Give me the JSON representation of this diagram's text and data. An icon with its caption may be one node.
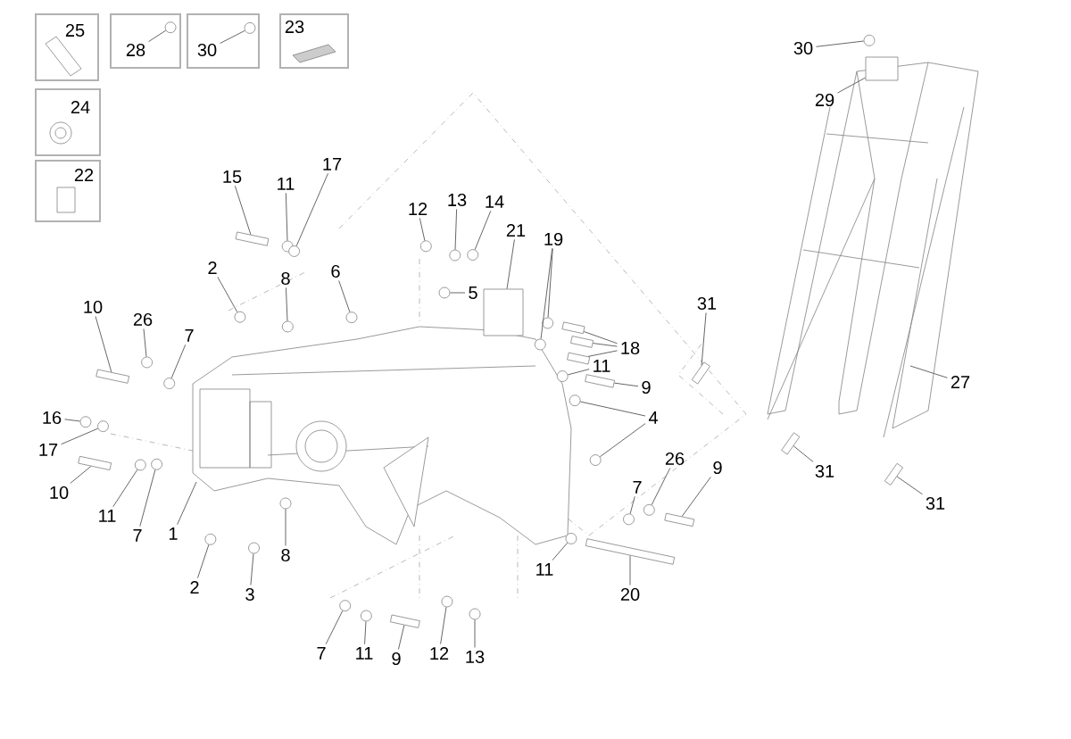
{
  "diagram": {
    "nodes": [
      {
        "text": [
          "25"
        ]
      },
      {
        "text": [
          "28"
        ]
      },
      {
        "text": [
          "30"
        ]
      },
      {
        "text": [
          "23"
        ]
      },
      {
        "text": [
          "24"
        ]
      },
      {
        "text": [
          "22"
        ]
      },
      {
        "text": [
          "15"
        ]
      },
      {
        "text": [
          "11"
        ]
      },
      {
        "text": [
          "17"
        ]
      },
      {
        "text": [
          "12"
        ]
      },
      {
        "text": [
          "13"
        ]
      },
      {
        "text": [
          "14"
        ]
      },
      {
        "text": [
          "21"
        ]
      },
      {
        "text": [
          "2"
        ]
      },
      {
        "text": [
          "8"
        ]
      },
      {
        "text": [
          "6"
        ]
      },
      {
        "text": [
          "5"
        ]
      },
      {
        "text": [
          "19"
        ]
      },
      {
        "text": [
          "10"
        ]
      },
      {
        "text": [
          "26"
        ]
      },
      {
        "text": [
          "7"
        ]
      },
      {
        "text": [
          "18"
        ]
      },
      {
        "text": [
          "11"
        ]
      },
      {
        "text": [
          "9"
        ]
      },
      {
        "text": [
          "4"
        ]
      },
      {
        "text": [
          "16"
        ]
      },
      {
        "text": [
          "17"
        ]
      },
      {
        "text": [
          "10"
        ]
      },
      {
        "text": [
          "11"
        ]
      },
      {
        "text": [
          "7"
        ]
      },
      {
        "text": [
          "1"
        ]
      },
      {
        "text": [
          "2"
        ]
      },
      {
        "text": [
          "3"
        ]
      },
      {
        "text": [
          "8"
        ]
      },
      {
        "text": [
          "7"
        ]
      },
      {
        "text": [
          "26"
        ]
      },
      {
        "text": [
          "9"
        ]
      },
      {
        "text": [
          "11"
        ]
      },
      {
        "text": [
          "20"
        ]
      },
      {
        "text": [
          "7"
        ]
      },
      {
        "text": [
          "11"
        ]
      },
      {
        "text": [
          "9"
        ]
      },
      {
        "text": [
          "12"
        ]
      },
      {
        "text": [
          "13"
        ]
      },
      {
        "text": [
          "30"
        ]
      },
      {
        "text": [
          "29"
        ]
      },
      {
        "text": [
          "31"
        ]
      },
      {
        "text": [
          "27"
        ]
      },
      {
        "text": [
          "31"
        ]
      },
      {
        "text": [
          "31"
        ]
      },
      {
        "text": [],
        "shape": "circle",
        "in": 1
      },
      {
        "text": [],
        "shape": "circle",
        "in": 2
      },
      {
        "text": [],
        "shape": "bar"
      },
      {
        "text": [],
        "shape": "circle"
      },
      {
        "text": [],
        "shape": "circle"
      },
      {
        "text": [],
        "shape": "circle"
      },
      {
        "text": [],
        "shape": "circle"
      },
      {
        "text": [],
        "shape": "circle"
      },
      {
        "text": [],
        "shape": "circle"
      },
      {
        "text": [],
        "shape": "circle"
      },
      {
        "text": [],
        "shape": "circle"
      },
      {
        "text": [],
        "shape": "circle"
      },
      {
        "text": [],
        "shape": "circle"
      },
      {
        "text": [],
        "shape": "circle"
      },
      {
        "text": [],
        "shape": "bar"
      },
      {
        "text": [],
        "shape": "circle"
      },
      {
        "text": [],
        "shape": "circle"
      },
      {
        "text": [],
        "shape": "bar"
      },
      {
        "text": [],
        "shape": "bar"
      },
      {
        "text": [],
        "shape": "bar"
      },
      {
        "text": [],
        "shape": "circle"
      },
      {
        "text": [],
        "shape": "bar"
      },
      {
        "text": [],
        "shape": "circle"
      },
      {
        "text": [],
        "shape": "circle"
      },
      {
        "text": [],
        "shape": "circle"
      },
      {
        "text": [],
        "shape": "circle"
      },
      {
        "text": [],
        "shape": "bar"
      },
      {
        "text": [],
        "shape": "circle"
      },
      {
        "text": [],
        "shape": "circle"
      },
      {
        "text": [],
        "shape": "circle"
      },
      {
        "text": [],
        "shape": "circle"
      },
      {
        "text": [],
        "shape": "circle"
      },
      {
        "text": [],
        "shape": "circle"
      },
      {
        "text": [],
        "shape": "circle"
      },
      {
        "text": [],
        "shape": "bar"
      },
      {
        "text": [],
        "shape": "circle"
      },
      {
        "text": [],
        "shape": "bar"
      },
      {
        "text": [],
        "shape": "circle"
      },
      {
        "text": [],
        "shape": "circle"
      },
      {
        "text": [],
        "shape": "bar"
      },
      {
        "text": [],
        "shape": "circle"
      },
      {
        "text": [],
        "shape": "circle"
      },
      {
        "text": [],
        "shape": "circle"
      },
      {
        "text": [],
        "shape": "bar"
      },
      {
        "text": [],
        "shape": "bar"
      },
      {
        "text": [],
        "shape": "bar"
      },
      {
        "text": [],
        "shape": "box"
      },
      {
        "text": [],
        "shape": "box"
      }
    ],
    "edges": [
      {
        "from": 1,
        "to": 50,
        "arrow": "none"
      },
      {
        "from": 2,
        "to": 51,
        "arrow": "none"
      },
      {
        "from": 6,
        "to": 52,
        "arrow": "none"
      },
      {
        "from": 7,
        "to": 53,
        "arrow": "none"
      },
      {
        "from": 8,
        "to": 54,
        "arrow": "none"
      },
      {
        "from": 9,
        "to": 55,
        "arrow": "none"
      },
      {
        "from": 10,
        "to": 56,
        "arrow": "none"
      },
      {
        "from": 11,
        "to": 57,
        "arrow": "none"
      },
      {
        "from": 12,
        "to": 96,
        "arrow": "none"
      },
      {
        "from": 13,
        "to": 58,
        "arrow": "none"
      },
      {
        "from": 14,
        "to": 59,
        "arrow": "none"
      },
      {
        "from": 15,
        "to": 60,
        "arrow": "none"
      },
      {
        "from": 16,
        "to": 61,
        "arrow": "none"
      },
      {
        "from": 17,
        "to": 62,
        "arrow": "none"
      },
      {
        "from": 17,
        "to": 63,
        "arrow": "none"
      },
      {
        "from": 18,
        "to": 64,
        "arrow": "none"
      },
      {
        "from": 19,
        "to": 65,
        "arrow": "none"
      },
      {
        "from": 20,
        "to": 66,
        "arrow": "none"
      },
      {
        "from": 21,
        "to": 67,
        "arrow": "none"
      },
      {
        "from": 21,
        "to": 68,
        "arrow": "none"
      },
      {
        "from": 21,
        "to": 69,
        "arrow": "none"
      },
      {
        "from": 22,
        "to": 70,
        "arrow": "none"
      },
      {
        "from": 23,
        "to": 71,
        "arrow": "none"
      },
      {
        "from": 24,
        "to": 72,
        "arrow": "none"
      },
      {
        "from": 24,
        "to": 73,
        "arrow": "none"
      },
      {
        "from": 25,
        "to": 74,
        "arrow": "none"
      },
      {
        "from": 26,
        "to": 75,
        "arrow": "none"
      },
      {
        "from": 27,
        "to": 76,
        "arrow": "none"
      },
      {
        "from": 28,
        "to": 77,
        "arrow": "none"
      },
      {
        "from": 29,
        "to": 78,
        "arrow": "none"
      },
      {
        "from": 30,
        "to": null,
        "arrow": "none"
      },
      {
        "from": 31,
        "to": 79,
        "arrow": "none"
      },
      {
        "from": 32,
        "to": 80,
        "arrow": "none"
      },
      {
        "from": 33,
        "to": 81,
        "arrow": "none"
      },
      {
        "from": 34,
        "to": 82,
        "arrow": "none"
      },
      {
        "from": 35,
        "to": 83,
        "arrow": "none"
      },
      {
        "from": 36,
        "to": 84,
        "arrow": "none"
      },
      {
        "from": 37,
        "to": 85,
        "arrow": "none"
      },
      {
        "from": 38,
        "to": 86,
        "arrow": "none"
      },
      {
        "from": 39,
        "to": 87,
        "arrow": "none"
      },
      {
        "from": 40,
        "to": 88,
        "arrow": "none"
      },
      {
        "from": 41,
        "to": 89,
        "arrow": "none"
      },
      {
        "from": 42,
        "to": 90,
        "arrow": "none"
      },
      {
        "from": 43,
        "to": 91,
        "arrow": "none"
      },
      {
        "from": 44,
        "to": 92,
        "arrow": "none"
      },
      {
        "from": 45,
        "to": 97,
        "arrow": "none"
      },
      {
        "from": 46,
        "to": 93,
        "arrow": "none"
      },
      {
        "from": 47,
        "to": null,
        "arrow": "none"
      },
      {
        "from": 48,
        "to": 94,
        "arrow": "none"
      },
      {
        "from": 49,
        "to": 95,
        "arrow": "none"
      }
    ]
  }
}
